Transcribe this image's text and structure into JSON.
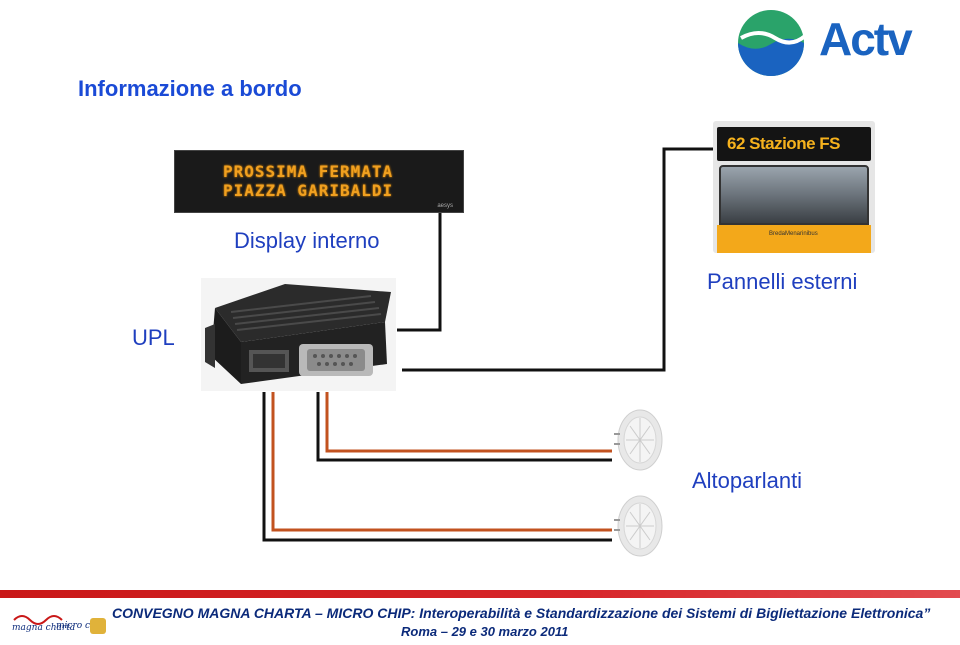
{
  "title": "Informazione a bordo",
  "labels": {
    "display": "Display interno",
    "pannelli": "Pannelli esterni",
    "upl": "UPL",
    "altoparlanti": "Altoparlanti"
  },
  "led_display": {
    "line1": "PROSSIMA FERMATA",
    "line2": "PIAZZA GARIBALDI",
    "brand": "aesys"
  },
  "bus_sign": "62 Stazione FS",
  "bus_brand": "BredaMenarinibus",
  "logo": {
    "text": "Actv",
    "colors": {
      "blue": "#1a63c0",
      "green": "#2aa36a"
    }
  },
  "footer": {
    "line1": "CONVEGNO MAGNA CHARTA – MICRO CHIP:  Interoperabilità e Standardizzazione dei Sistemi di Bigliettazione Elettronica”",
    "line2": "Roma – 29 e 30 marzo 2011",
    "logo_texts": [
      "magna charta",
      "micro chip"
    ]
  },
  "colors": {
    "wire_black": "#111111",
    "wire_red": "#c2521f",
    "label_blue": "#1f3fbf",
    "footer_red": "#d7262a"
  }
}
